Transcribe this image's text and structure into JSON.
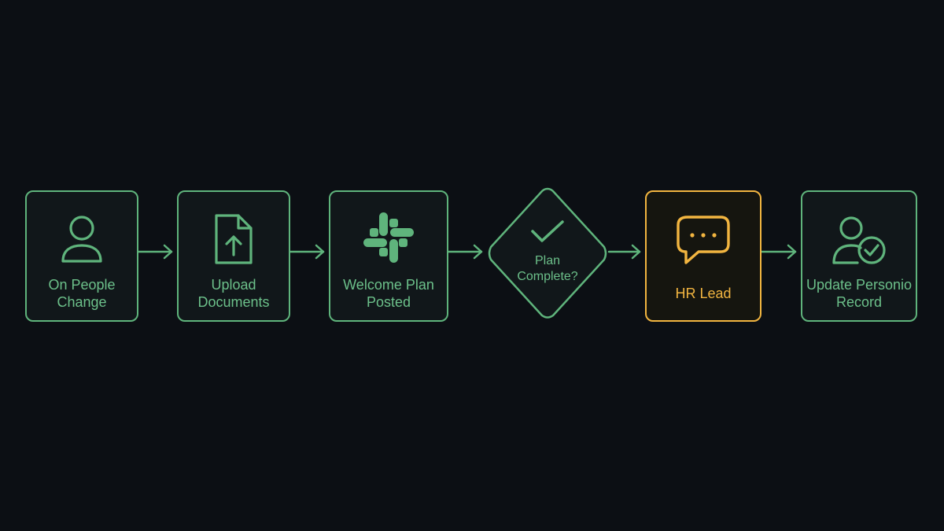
{
  "colors": {
    "background": "#0c0f14",
    "accent": "#5fb47c",
    "highlight": "#f2b540"
  },
  "steps": [
    {
      "label": "On People\nChange",
      "icon": "user-icon"
    },
    {
      "label": "Upload\nDocuments",
      "icon": "file-upload-icon"
    },
    {
      "label": "Welcome Plan\nPosted",
      "icon": "slack-icon"
    },
    {
      "label": "Plan\nComplete?",
      "icon": "checkmark-icon"
    },
    {
      "label": "HR Lead",
      "icon": "chat-bubble-icon"
    },
    {
      "label": "Update Personio\nRecord",
      "icon": "user-check-icon"
    }
  ]
}
